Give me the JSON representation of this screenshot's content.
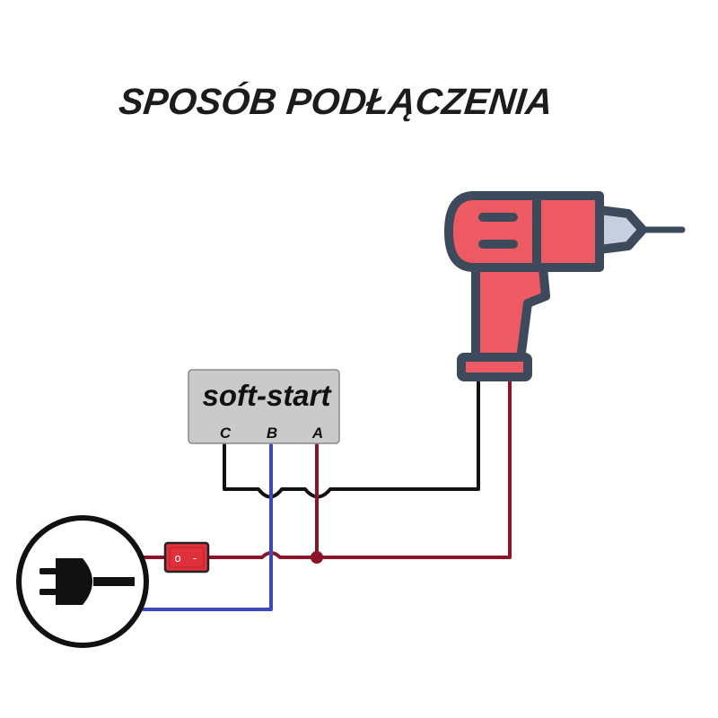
{
  "title": "SPOSÓB PODŁĄCZENIA",
  "soft_start": {
    "label": "soft-start",
    "terminals": [
      "C",
      "B",
      "A"
    ]
  },
  "switch": {
    "on_mark": "o",
    "off_mark": "-"
  },
  "icons": {
    "plug": "electric-plug-icon",
    "drill": "power-drill-icon",
    "switch": "rocker-switch-icon"
  },
  "colors": {
    "wire_red": "#8a1428",
    "wire_blue": "#3f48b8",
    "wire_black": "#111111",
    "drill_body": "#ee5a63",
    "drill_outline": "#3d4a5c",
    "switch_red": "#e0303c",
    "box_fill": "#cacaca"
  }
}
